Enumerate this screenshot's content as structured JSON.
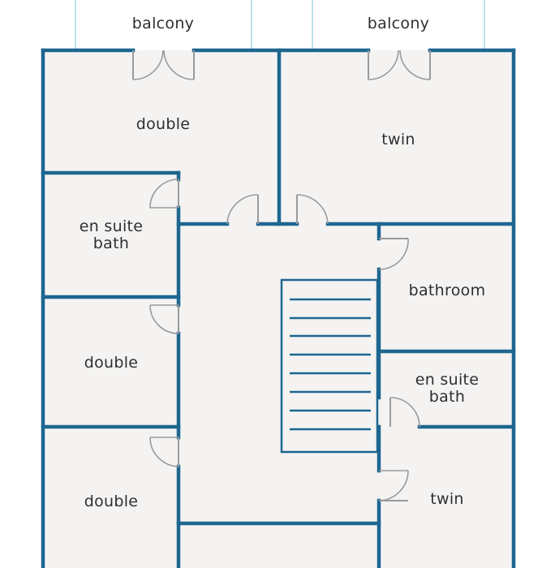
{
  "rooms": {
    "balcony_left": "balcony",
    "balcony_right": "balcony",
    "double_top": "double",
    "twin_top": "twin",
    "ensuite_left_line1": "en suite",
    "ensuite_left_line2": "bath",
    "double_mid": "double",
    "double_bottom": "double",
    "bathroom": "bathroom",
    "ensuite_right_line1": "en suite",
    "ensuite_right_line2": "bath",
    "twin_bottom": "twin"
  },
  "colors": {
    "wall": "#1d6690",
    "floor": "#f4f3f2",
    "balcony_edge": "#bfe0ee",
    "door": "#9a9a9a"
  }
}
